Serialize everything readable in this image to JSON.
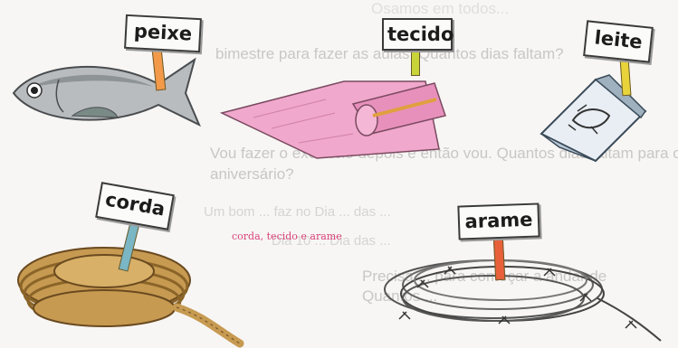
{
  "labels": {
    "fish": "peixe",
    "fabric": "tecido",
    "milk": "leite",
    "rope": "corda",
    "wire": "arame"
  },
  "caption": "corda, tecido e arame",
  "background_text": [
    "Osamos em todos...",
    "bimestre para fazer as aulas. Quantos dias faltam?",
    "Vou fazer o exercício depois e então vou. Quantos dias faltam para o",
    "aniversário?",
    "Precisa ... para começar a andar de",
    "Quantos ...",
    "Um bom ... faz no Dia ... das ...",
    "Dia 10 ... Dia das ..."
  ],
  "colors": {
    "fish_stick": "#f29a4a",
    "fabric_stick": "#c8d43a",
    "milk_stick": "#e8d43a",
    "rope_stick": "#7ab6c4",
    "wire_stick": "#e8603a",
    "fabric": "#f0a8cc",
    "caption": "#d9407a"
  }
}
